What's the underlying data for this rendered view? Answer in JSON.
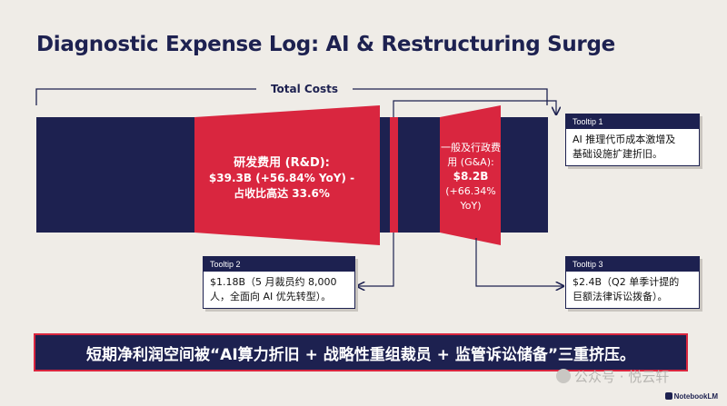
{
  "title": "Diagnostic Expense Log: AI & Restructuring Surge",
  "total_label": "Total Costs",
  "rd": {
    "line1": "研发费用 (R&D):",
    "line2": "$39.3B (+56.84% YoY) -",
    "line3": "占收比高达 33.6%"
  },
  "ga": {
    "line1": "一般及行政费",
    "line2": "用 (G&A):",
    "line3": "$8.2B",
    "line4": "(+66.34%",
    "line5": "YoY)"
  },
  "tooltip1": {
    "header": "Tooltip 1",
    "line1": "AI 推理代币成本激增及",
    "line2": "基础设施扩建折旧。"
  },
  "tooltip2": {
    "header": "Tooltip 2",
    "line1": "$1.18B（5 月裁员约 8,000",
    "line2": "人，全面向 AI 优先转型）。"
  },
  "tooltip3": {
    "header": "Tooltip 3",
    "line1": "$2.4B（Q2 单季计提的",
    "line2": "巨额法律诉讼拨备）。"
  },
  "banner": "短期净利润空间被“AI算力折旧 + 战略性重组裁员 + 监管诉讼储备”三重挤压。",
  "watermark": "公众号 · 悦云轩",
  "brand": "NotebookLM",
  "colors": {
    "navy": "#1d2150",
    "red": "#d9263f",
    "background": "#efece7"
  }
}
